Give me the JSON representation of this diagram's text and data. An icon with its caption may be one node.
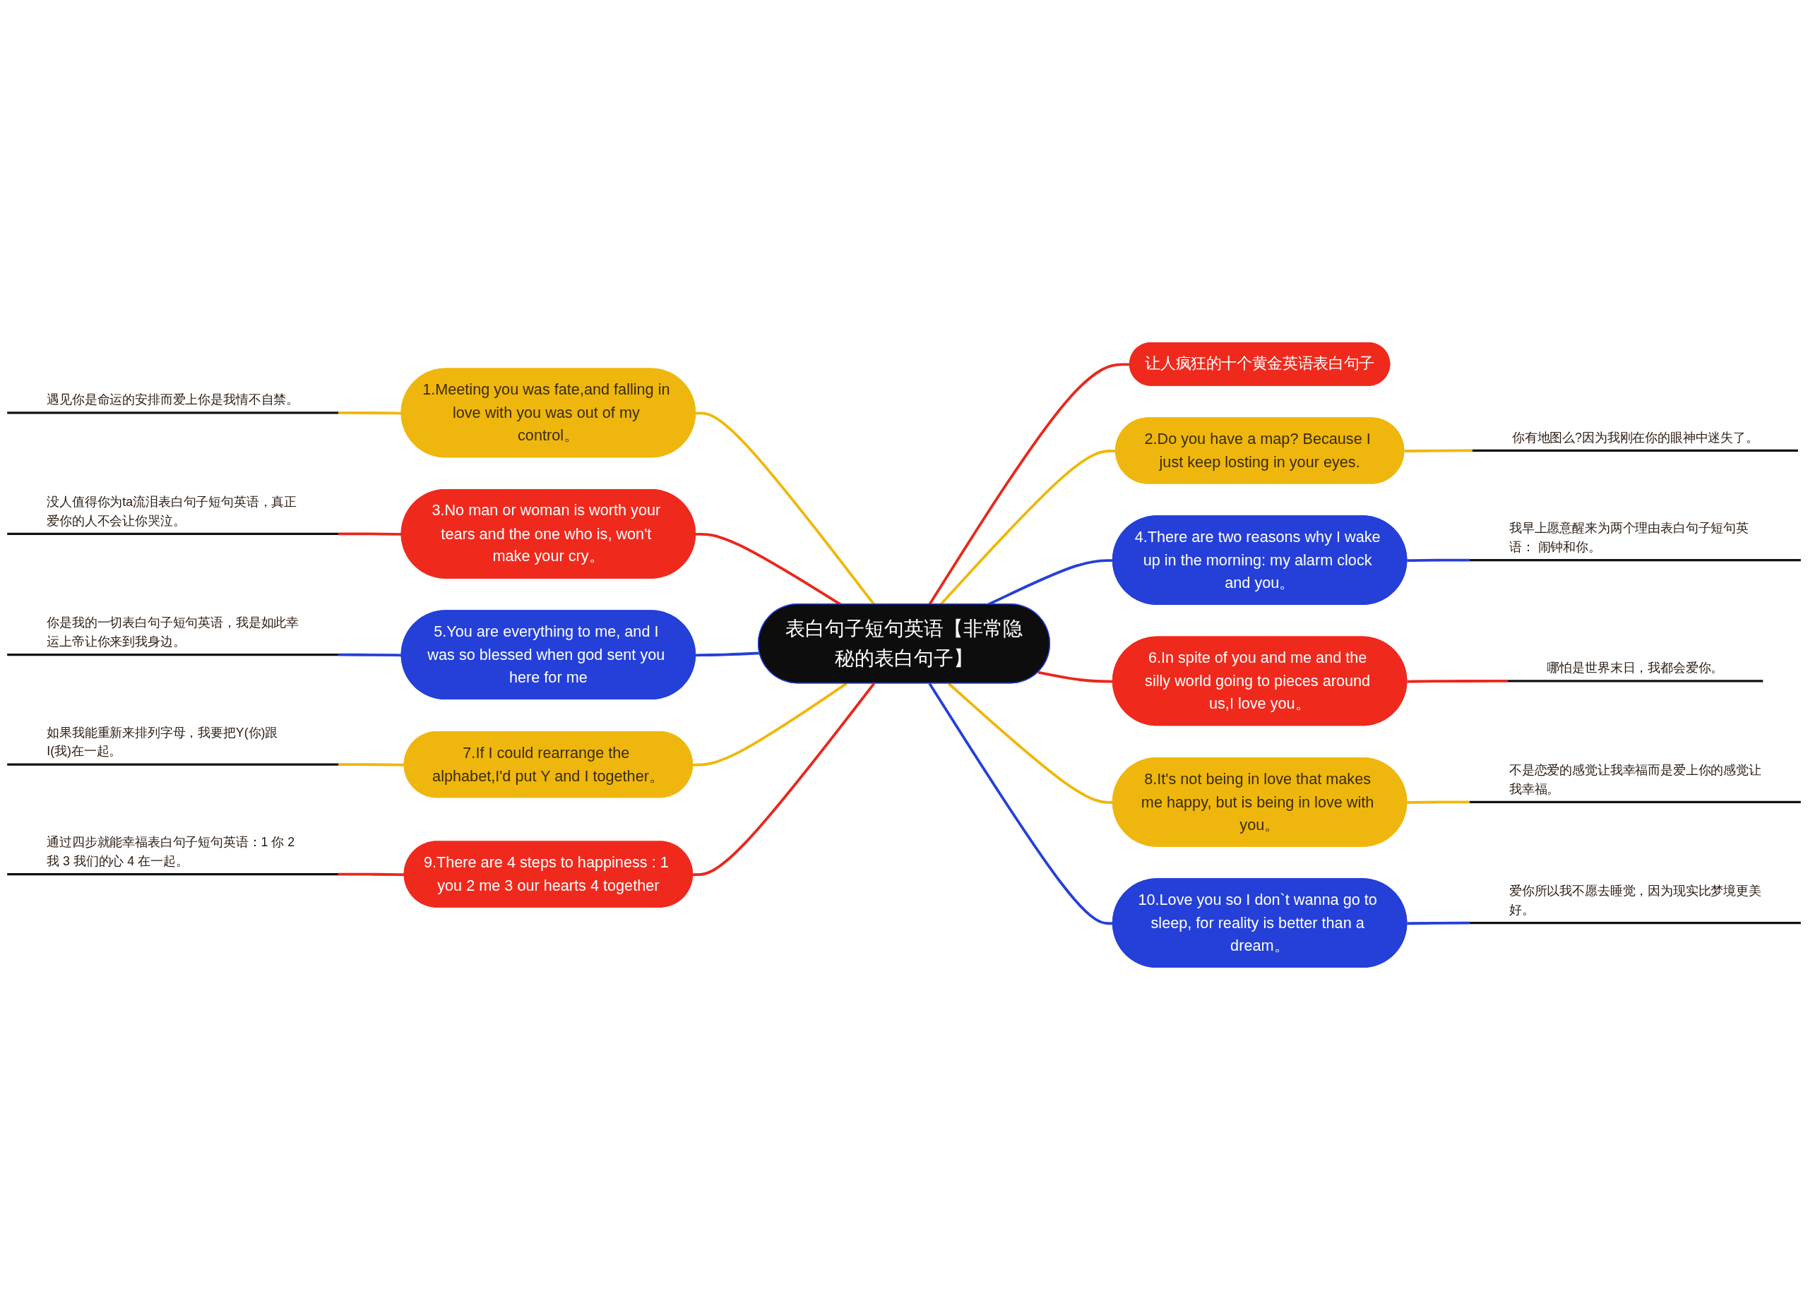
{
  "diagram": {
    "nodes": [
      {
        "text": [
          "表白句子短句英语【非常隐秘的表白句子】"
        ]
      },
      {
        "text": [
          "让人疯狂的十个黄金英语表白句子"
        ]
      },
      {
        "text": [
          "1.Meeting you was fate,and falling in love with you was out of my control。"
        ]
      },
      {
        "text": [
          "遇见你是命运的安排而爱上你是我情不自禁。"
        ]
      },
      {
        "text": [
          "2.Do you have a map? Because I just keep losting in your eyes."
        ]
      },
      {
        "text": [
          "你有地图么?因为我刚在你的眼神中迷失了。"
        ]
      },
      {
        "text": [
          "3.No man or woman is worth your tears and the one who is, won't make your cry。"
        ]
      },
      {
        "text": [
          "没人值得你为ta流泪表白句子短句英语，真正爱你的人不会让你哭泣。"
        ]
      },
      {
        "text": [
          "4.There are two reasons why I wake up in the morning: my alarm clock and you。"
        ]
      },
      {
        "text": [
          "我早上愿意醒来为两个理由表白句子短句英语： 闹钟和你。"
        ]
      },
      {
        "text": [
          "5.You are everything to me, and I was so blessed when god sent you here for me"
        ]
      },
      {
        "text": [
          "你是我的一切表白句子短句英语，我是如此幸运上帝让你来到我身边。"
        ]
      },
      {
        "text": [
          "6.In spite of you and me and the silly world going to pieces around us,I love you。"
        ]
      },
      {
        "text": [
          "哪怕是世界末日，我都会爱你。"
        ]
      },
      {
        "text": [
          "7.If I could rearrange the alphabet,I'd put Y and I together。"
        ]
      },
      {
        "text": [
          "如果我能重新来排列字母，我要把Y(你)跟I(我)在一起。"
        ]
      },
      {
        "text": [
          "8.It's not being in love that makes me happy, but is being in love with you。"
        ]
      },
      {
        "text": [
          "不是恋爱的感觉让我幸福而是爱上你的感觉让我幸福。"
        ]
      },
      {
        "text": [
          "9.There are 4 steps to happiness : 1 you 2 me 3 our hearts 4 together"
        ]
      },
      {
        "text": [
          "通过四步就能幸福表白句子短句英语：1 你 2 我 3 我们的心 4 在一起。"
        ]
      },
      {
        "text": [
          "10.Love you so I don`t wanna go to sleep, for reality is better than a dream。"
        ]
      },
      {
        "text": [
          "爱你所以我不愿去睡觉，因为现实比梦境更美好。"
        ]
      }
    ],
    "edges": [
      {
        "from": 0,
        "to": 1,
        "arrow": "none",
        "color": "#e8281c"
      },
      {
        "from": 2,
        "to": 0,
        "arrow": "none",
        "color": "#efb70d"
      },
      {
        "from": 3,
        "to": 2,
        "arrow": "none",
        "color": "#efb70d"
      },
      {
        "from": 0,
        "to": 4,
        "arrow": "none",
        "color": "#efb70d"
      },
      {
        "from": 4,
        "to": 5,
        "arrow": "none",
        "color": "#efb70d"
      },
      {
        "from": 6,
        "to": 0,
        "arrow": "none",
        "color": "#e8281c"
      },
      {
        "from": 7,
        "to": 6,
        "arrow": "none",
        "color": "#e8281c"
      },
      {
        "from": 0,
        "to": 8,
        "arrow": "none",
        "color": "#2440d8"
      },
      {
        "from": 8,
        "to": 9,
        "arrow": "none",
        "color": "#2440d8"
      },
      {
        "from": 10,
        "to": 0,
        "arrow": "none",
        "color": "#2440d8"
      },
      {
        "from": 11,
        "to": 10,
        "arrow": "none",
        "color": "#2440d8"
      },
      {
        "from": 0,
        "to": 12,
        "arrow": "none",
        "color": "#e8281c"
      },
      {
        "from": 12,
        "to": 13,
        "arrow": "none",
        "color": "#e8281c"
      },
      {
        "from": 14,
        "to": 0,
        "arrow": "none",
        "color": "#efb70d"
      },
      {
        "from": 15,
        "to": 14,
        "arrow": "none",
        "color": "#efb70d"
      },
      {
        "from": 0,
        "to": 16,
        "arrow": "none",
        "color": "#efb70d"
      },
      {
        "from": 16,
        "to": 17,
        "arrow": "none",
        "color": "#efb70d"
      },
      {
        "from": 18,
        "to": 0,
        "arrow": "none",
        "color": "#e8281c"
      },
      {
        "from": 19,
        "to": 18,
        "arrow": "none",
        "color": "#e8281c"
      },
      {
        "from": 0,
        "to": 20,
        "arrow": "none",
        "color": "#2440d8"
      },
      {
        "from": 20,
        "to": 21,
        "arrow": "none",
        "color": "#2440d8"
      }
    ]
  }
}
